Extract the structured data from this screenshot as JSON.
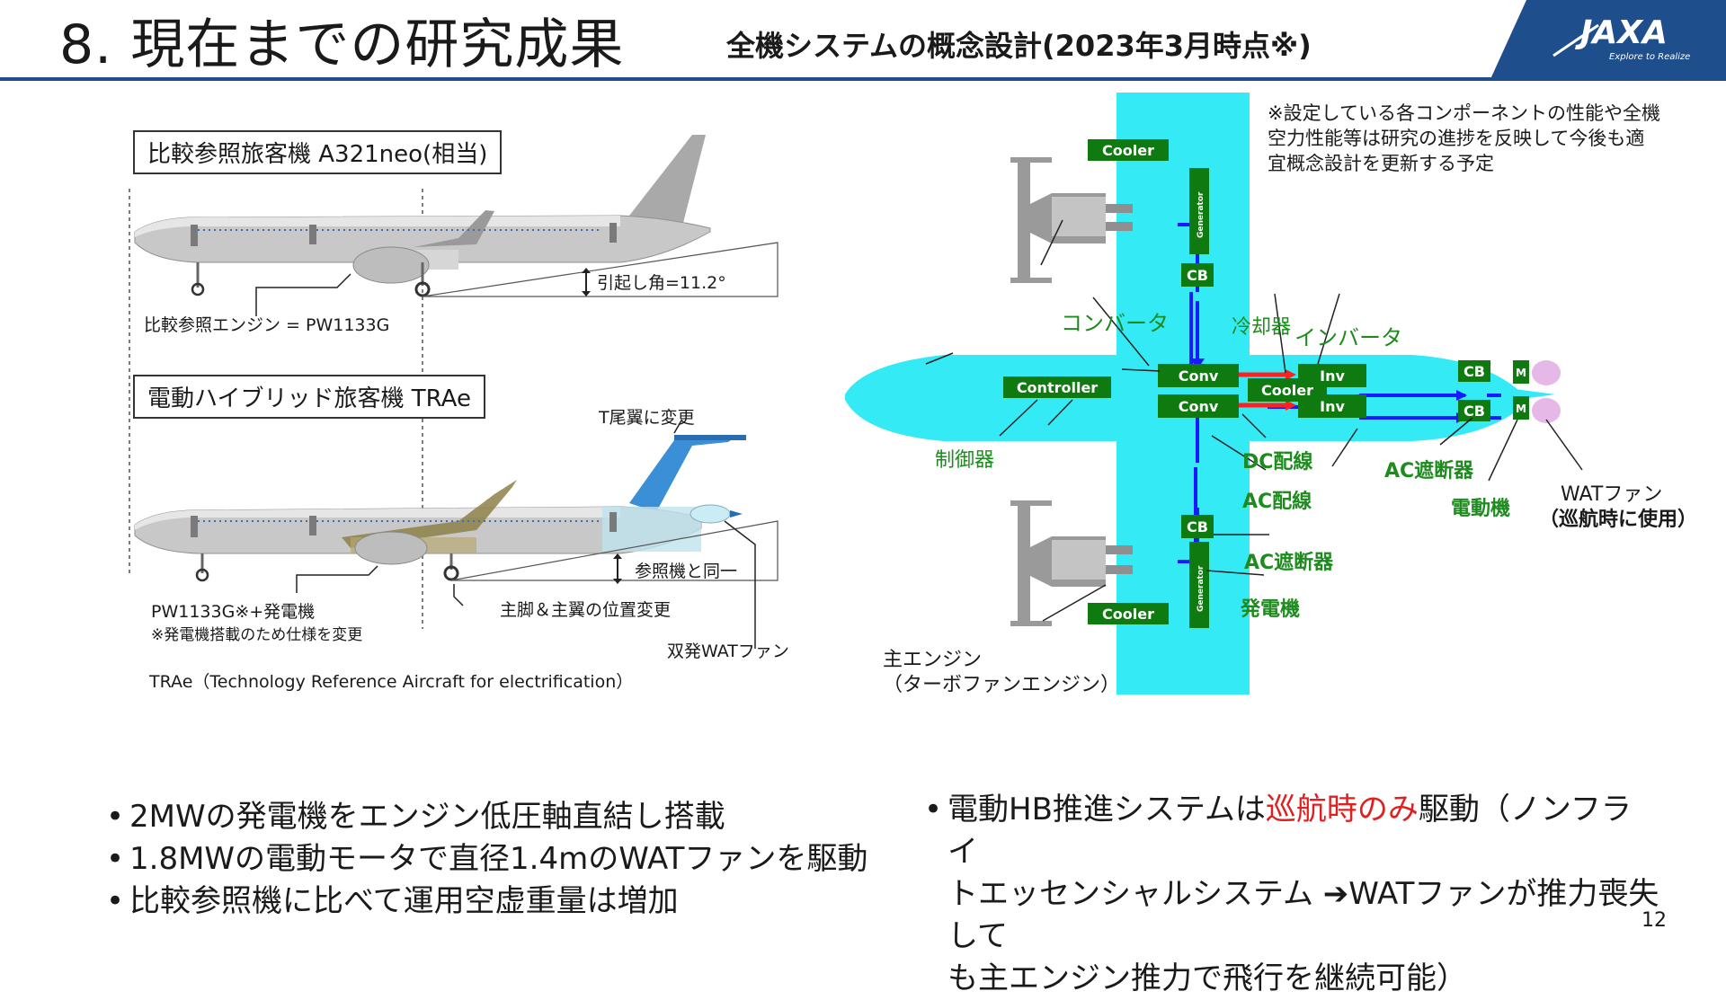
{
  "header": {
    "title": "8. 現在までの研究成果",
    "subtitle": "全機システムの概念設計(2023年3月時点※)",
    "logo_text": "JAXA",
    "logo_tagline": "Explore to Realize"
  },
  "left": {
    "ref_box": "比較参照旅客機 A321neo(相当)",
    "ref_engine": "比較参照エンジン = PW1133G",
    "rotation_angle": "引起し角=11.2°",
    "trae_box": "電動ハイブリッド旅客機 TRAe",
    "t_tail": "T尾翼に変更",
    "same_as_ref": "参照機と同一",
    "engine_gen": "PW1133G※+発電機",
    "engine_note": "※発電機搭載のため仕様を変更",
    "gear_change": "主脚＆主翼の位置変更",
    "twin_fan": "双発WATファン",
    "trae_full": "TRAe（Technology Reference Aircraft for electrification）"
  },
  "right": {
    "note": [
      "※設定している各コンポーネントの性能や全機",
      "空力性能等は研究の進捗を反映して今後も適",
      "宜概念設計を更新する予定"
    ],
    "blocks": {
      "cooler": "Cooler",
      "generator": "Generator",
      "cb": "CB",
      "controller": "Controller",
      "conv": "Conv",
      "inv": "Inv",
      "motor": "M"
    },
    "labels": {
      "converter": "コンバータ",
      "coolant": "冷却器",
      "inverter": "インバータ",
      "controller": "制御器",
      "dc_wire": "DC配線",
      "ac_wire": "AC配線",
      "ac_breaker_1": "AC遮断器",
      "ac_breaker_2": "AC遮断器",
      "motor": "電動機",
      "generator": "発電機",
      "wat_fan": "WATファン",
      "wat_fan_note": "（巡航時に使用）",
      "main_engine": "主エンジン",
      "main_engine_sub": "（ターボファンエンジン）"
    }
  },
  "bullets_left": [
    "2MWの発電機をエンジン低圧軸直結し搭載",
    "1.8MWの電動モータで直径1.4mのWATファンを駆動",
    "比較参照機に比べて運用空虚重量は増加"
  ],
  "bullets_right": {
    "prefix": "電動HB推進システムは",
    "highlight": "巡航時のみ",
    "line1_rest": "駆動（ノンフライ",
    "line2": "トエッセンシャルシステム ➔WATファンが推力喪失して",
    "line3": "も主エンジン推力で飛行を継続可能）"
  },
  "page_number": "12",
  "colors": {
    "header_blue": "#1f4e8c",
    "cyan": "#33eaf5",
    "green_label": "#1e8b1e",
    "highlight_red": "#e02020"
  }
}
